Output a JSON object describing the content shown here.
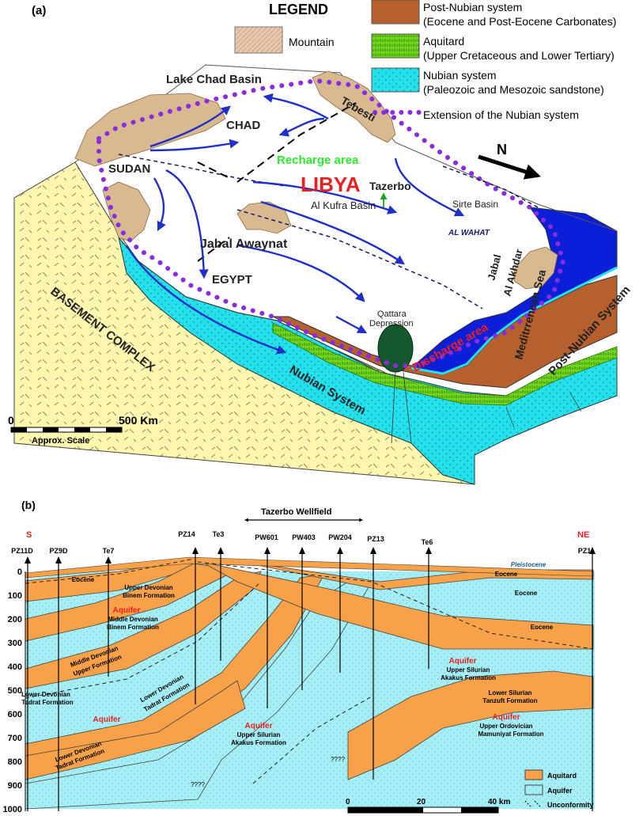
{
  "panel_a": {
    "label": "(a)",
    "legend_title": "LEGEND",
    "legend": {
      "mountain": "Mountain",
      "post_nubian_1": "Post-Nubian system",
      "post_nubian_2": "(Eocene and Post-Eocene Carbonates)",
      "aquitard_1": "Aquitard",
      "aquitard_2": "(Upper Cretaceous and Lower Tertiary)",
      "nubian_1": "Nubian system",
      "nubian_2": "(Paleozoic and Mesozoic sandstone)",
      "extension": "Extension of the Nubian system"
    },
    "places": {
      "lake_chad": "Lake Chad Basin",
      "tebesti": "Tebesti",
      "chad": "CHAD",
      "sudan": "SUDAN",
      "recharge": "Recharge area",
      "libya": "LIBYA",
      "tazerbo": "Tazerbo",
      "kufra": "Al Kufra Basin",
      "sirte": "Sirte Basin",
      "al_wahat": "AL WAHAT",
      "jabal_awaynat": "Jabal Awaynat",
      "egypt": "EGYPT",
      "jabal": "Jabal",
      "al_akhdar": "Al Akhdar",
      "qattara_1": "Qattara",
      "qattara_2": "Depression",
      "discharge": "Discharge area",
      "sea": "Meditrrenean Sea",
      "post_nubian_system": "Post-Nubian System",
      "nubian_system": "Nubian System",
      "basement": "BASEMENT COMPLEX",
      "north": "N"
    },
    "scale": {
      "zero": "0",
      "end": "500 Km",
      "caption": "Approx. Scale"
    },
    "colors": {
      "post_nubian": "#b5602d",
      "aquitard": "#6fd61c",
      "nubian": "#24e0ea",
      "sea": "#0c1fd8",
      "basement": "#fcf6ae",
      "mountain": "#d9b98f",
      "arrows": "#1f2fc7",
      "extension": "#8a2be2"
    }
  },
  "panel_b": {
    "label": "(b)",
    "wellfield": "Tazerbo Wellfield",
    "dir_s": "S",
    "dir_ne": "NE",
    "wells": [
      "PZ11D",
      "PZ9D",
      "Te7",
      "PZ14",
      "Te3",
      "PW601",
      "PW403",
      "PW204",
      "PZ13",
      "Te6",
      "PZ1"
    ],
    "depth_ticks": [
      "0",
      "100",
      "200",
      "300",
      "400",
      "500",
      "600",
      "700",
      "800",
      "900",
      "1000"
    ],
    "layers": {
      "eocene_l": "Eocene",
      "eocene_r1": "Eocene",
      "eocene_r2": "Eocene",
      "eocene_r3": "Eocene",
      "pleistocene": "Pleistocene",
      "udb_1": "Upper Devonian",
      "udb_2": "Binem Formation",
      "aq1": "Aquifer",
      "mdb_1": "Middle Devonian",
      "mdb_2": "Binem Formation",
      "mdu_1": "Middle Devonian",
      "mdu_2": "Upper Formation",
      "ldt_a1": "Lower Devonian",
      "ldt_a2": "Tadrat Formation",
      "ldt_b1": "Lower Devonian",
      "ldt_b2": "Tadrat Formation",
      "aq2": "Aquifer",
      "ldt_c1": "Lower Devonian",
      "ldt_c2": "Tadrat Formation",
      "aq3": "Aquifer",
      "usa_1": "Upper Silurian",
      "usa_2": "Akakus Formation",
      "aq4": "Aquifer",
      "usr_1": "Upper Silurian",
      "usr_2": "Akakus Formation",
      "lst_1": "Lower Silurian",
      "lst_2": "Tanzuft Formation",
      "aq5": "Aquifer",
      "uom_1": "Upper Ordovician",
      "uom_2": "Mamuniyat Formation",
      "q1": "????",
      "q2": "????"
    },
    "scale": {
      "zero": "0",
      "mid": "20",
      "end": "40 km"
    },
    "legend": {
      "aquitard": "Aquitard",
      "aquifer": "Aquifer",
      "unconformity": "Unconformity"
    },
    "colors": {
      "aquitard": "#f7a148",
      "aquifer": "#a6eef5"
    }
  }
}
